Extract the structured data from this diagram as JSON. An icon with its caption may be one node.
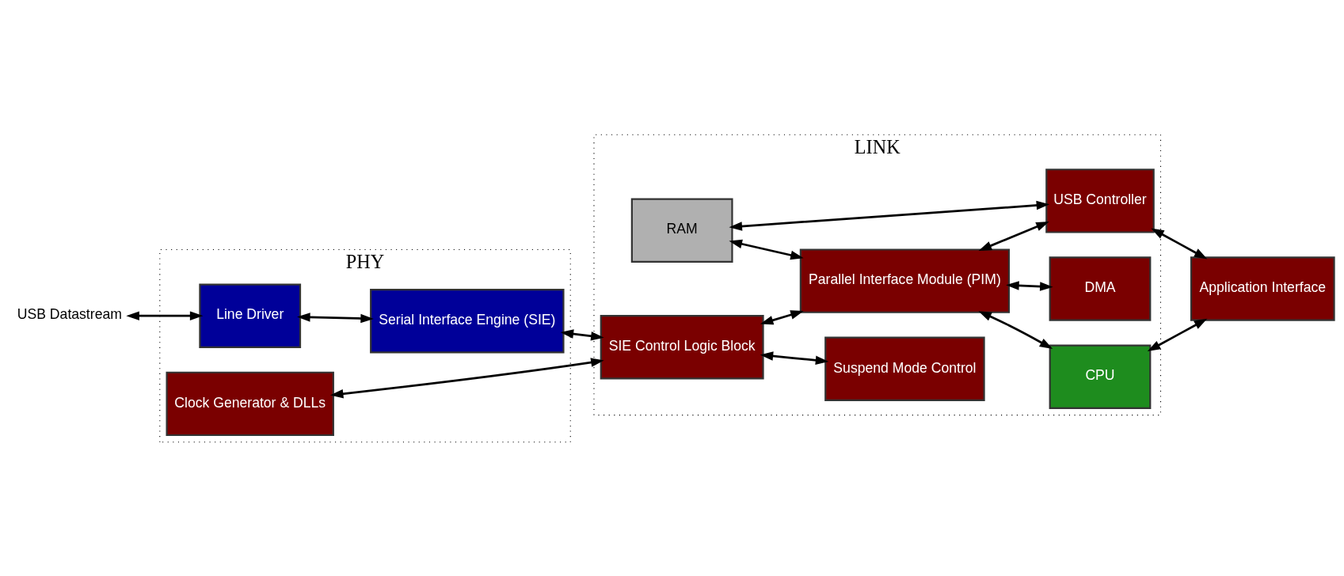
{
  "diagram": {
    "nodes": [
      {
        "text": [
          "PHY"
        ]
      },
      {
        "text": [
          "USB Datastream"
        ]
      },
      {
        "text": [
          "Line Driver"
        ],
        "in": 0
      },
      {
        "text": [
          "Serial Interface Engine (SIE)"
        ],
        "in": 0
      },
      {
        "text": [
          "Clock Generator & DLLs"
        ],
        "in": 0
      },
      {
        "text": [
          "LINK"
        ]
      },
      {
        "text": [
          "RAM"
        ],
        "in": 5
      },
      {
        "text": [
          "SIE Control Logic Block"
        ],
        "in": 5
      },
      {
        "text": [
          "Parallel Interface Module (PIM)"
        ],
        "in": 5
      },
      {
        "text": [
          "USB Controller"
        ],
        "in": 5
      },
      {
        "text": [
          "CPU"
        ],
        "in": 5
      },
      {
        "text": [
          "DMA"
        ],
        "in": 5
      },
      {
        "text": [
          "Suspend Mode Control"
        ],
        "in": 5
      },
      {
        "text": [
          "Application Interface"
        ]
      }
    ],
    "edges": [
      {
        "from": 1,
        "to": 2,
        "arrow": "both"
      },
      {
        "from": 2,
        "to": 3,
        "arrow": "both"
      },
      {
        "from": 3,
        "to": 7,
        "arrow": "both"
      },
      {
        "from": 7,
        "to": 4,
        "arrow": "both"
      },
      {
        "from": 7,
        "to": 12,
        "arrow": "both"
      },
      {
        "from": 7,
        "to": 8,
        "arrow": "both"
      },
      {
        "from": 6,
        "to": 9,
        "arrow": "both"
      },
      {
        "from": 6,
        "to": 8,
        "arrow": "both"
      },
      {
        "from": 8,
        "to": 9,
        "arrow": "both"
      },
      {
        "from": 9,
        "to": 13,
        "arrow": "both"
      },
      {
        "from": 8,
        "to": 10,
        "arrow": "both"
      },
      {
        "from": 8,
        "to": 11,
        "arrow": "both"
      },
      {
        "from": 10,
        "to": 13,
        "arrow": "both"
      }
    ]
  }
}
